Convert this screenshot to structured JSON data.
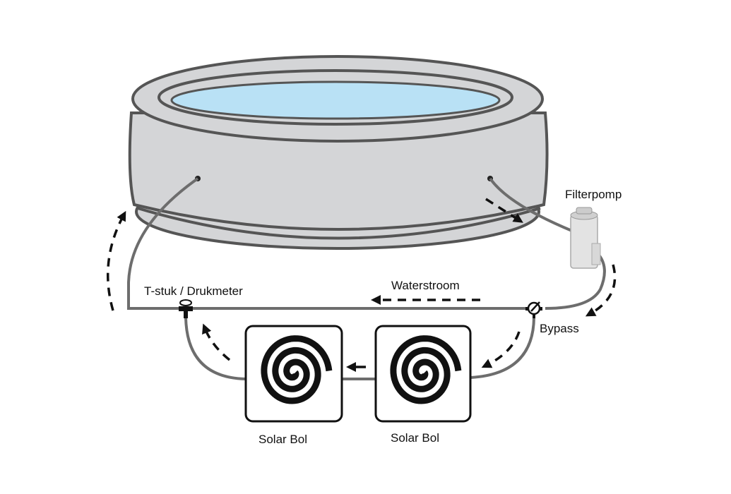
{
  "labels": {
    "filter_pump": "Filterpomp",
    "t_piece": "T-stuk / Drukmeter",
    "water_flow": "Waterstroom",
    "bypass": "Bypass",
    "solar_1": "Solar Bol",
    "solar_2": "Solar Bol"
  },
  "colors": {
    "water": "#b9e1f5",
    "pool": "#d4d5d7",
    "outline": "#555555",
    "hose": "#6d6d6d",
    "arrow": "#111111"
  }
}
